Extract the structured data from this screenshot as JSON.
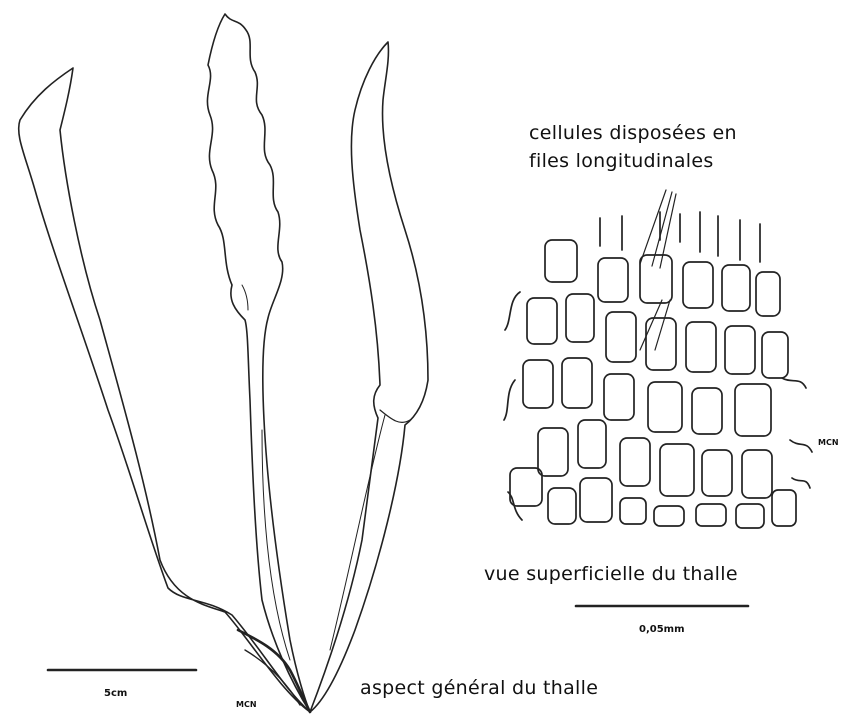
{
  "labels": {
    "cells_line1": "cellules disposées en",
    "cells_line2": "files longitudinales",
    "surface_view": "vue superficielle du thalle",
    "general_aspect": "aspect général du thalle",
    "scale_micro": "0,05mm",
    "scale_macro": "5cm",
    "credit_left": "MCN",
    "credit_right": "MCN"
  },
  "colors": {
    "ink": "#111111",
    "background": "#ffffff"
  }
}
